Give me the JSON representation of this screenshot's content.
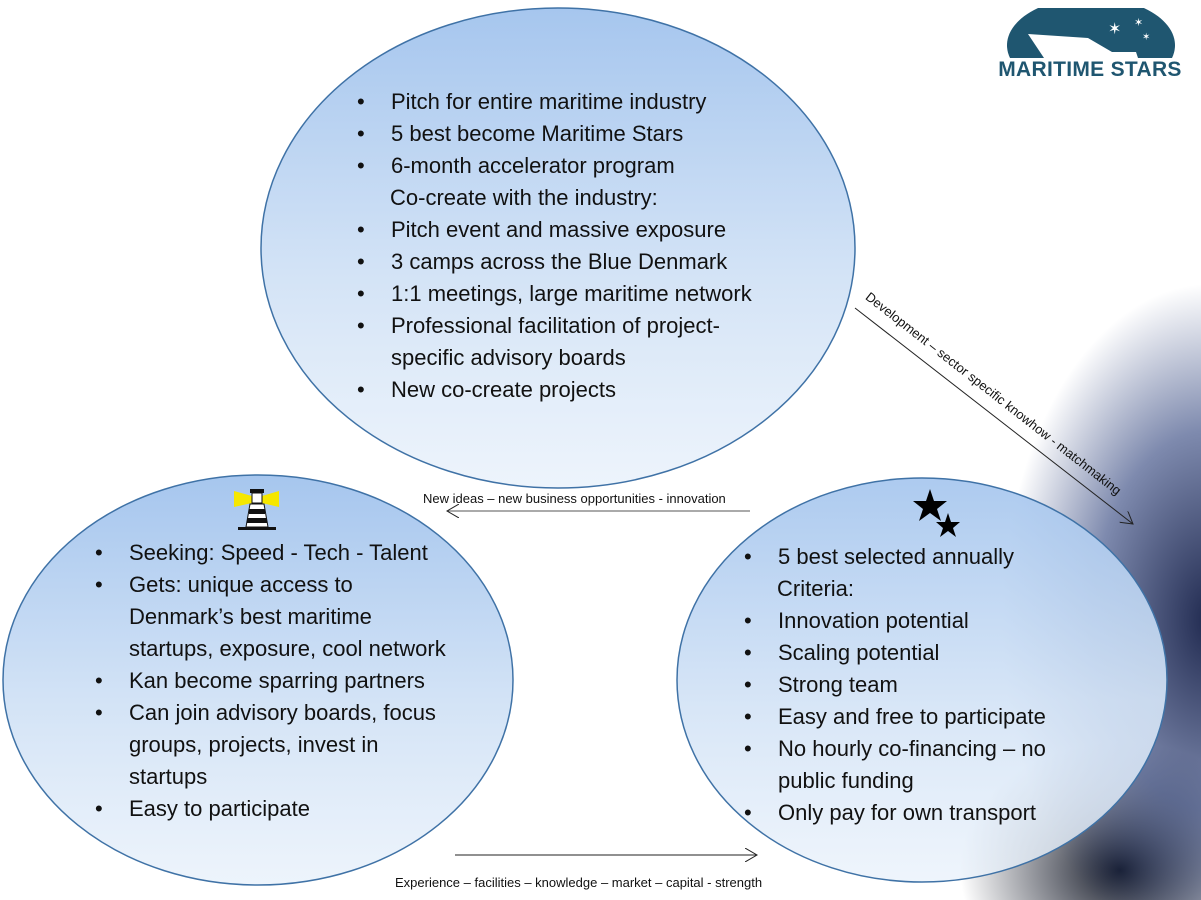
{
  "logo": {
    "text": "MARITIME STARS",
    "color": "#1f5670"
  },
  "top_circle": {
    "items": [
      {
        "text": "Pitch for entire maritime industry",
        "bullet": true
      },
      {
        "text": "5 best become Maritime Stars",
        "bullet": true
      },
      {
        "text": "6-month accelerator program",
        "bullet": true
      },
      {
        "text": "Co-create with the industry:",
        "bullet": false
      },
      {
        "text": "Pitch event and massive exposure",
        "bullet": true
      },
      {
        "text": "3 camps across the Blue Denmark",
        "bullet": true
      },
      {
        "text": "1:1 meetings, large maritime network",
        "bullet": true
      },
      {
        "text": "Professional facilitation of project-specific advisory boards",
        "bullet": true
      },
      {
        "text": "New co-create projects",
        "bullet": true
      }
    ]
  },
  "left_circle": {
    "icon": "lighthouse-icon",
    "items": [
      {
        "text": "Seeking: Speed - Tech - Talent",
        "bullet": true
      },
      {
        "text": "Gets: unique access to Denmark’s best maritime startups, exposure, cool network",
        "bullet": true
      },
      {
        "text": "Kan become sparring partners",
        "bullet": true
      },
      {
        "text": "Can join advisory boards, focus groups, projects, invest in startups",
        "bullet": true
      },
      {
        "text": "Easy to participate",
        "bullet": true
      }
    ]
  },
  "right_circle": {
    "icon": "stars-icon",
    "items": [
      {
        "text": "5 best selected annually",
        "bullet": true
      },
      {
        "text": "Criteria:",
        "bullet": false
      },
      {
        "text": "Innovation potential",
        "bullet": true
      },
      {
        "text": "Scaling potential",
        "bullet": true
      },
      {
        "text": "Strong team",
        "bullet": true
      },
      {
        "text": "Easy and free to participate",
        "bullet": true
      },
      {
        "text": "No hourly co-financing – no public funding",
        "bullet": true
      },
      {
        "text": "Only pay for own transport",
        "bullet": true
      }
    ]
  },
  "arrows": {
    "diagonal": "Development – sector specific knowhow - matchmaking",
    "middle": "New ideas  – new business opportunities - innovation",
    "bottom": "Experience – facilities – knowledge – market – capital - strength"
  },
  "colors": {
    "circle_stroke": "#3f72a6",
    "circle_top": "#a6c6ee",
    "circle_bottom": "#eaf2fb"
  }
}
